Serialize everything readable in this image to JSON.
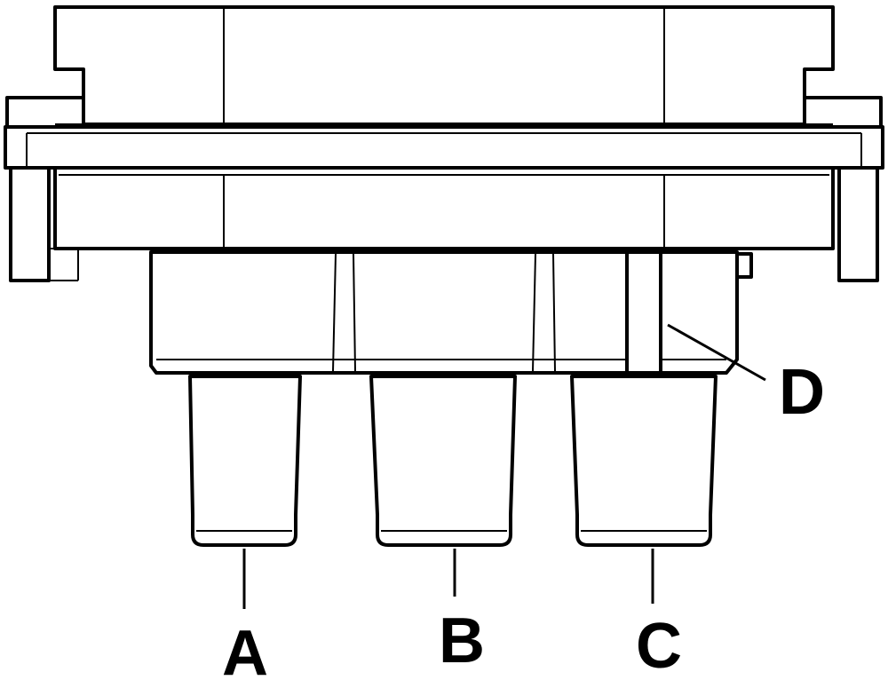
{
  "diagram": {
    "labels": {
      "a": "A",
      "b": "B",
      "c": "C",
      "d": "D"
    },
    "parts": {
      "top_housing": "top-housing",
      "flange": "flange",
      "lower_body": "lower-body",
      "terminal_block": "terminal-block",
      "connector_a": "connector-a",
      "connector_b": "connector-b",
      "connector_c": "connector-c",
      "tab_d": "tab-d"
    }
  }
}
